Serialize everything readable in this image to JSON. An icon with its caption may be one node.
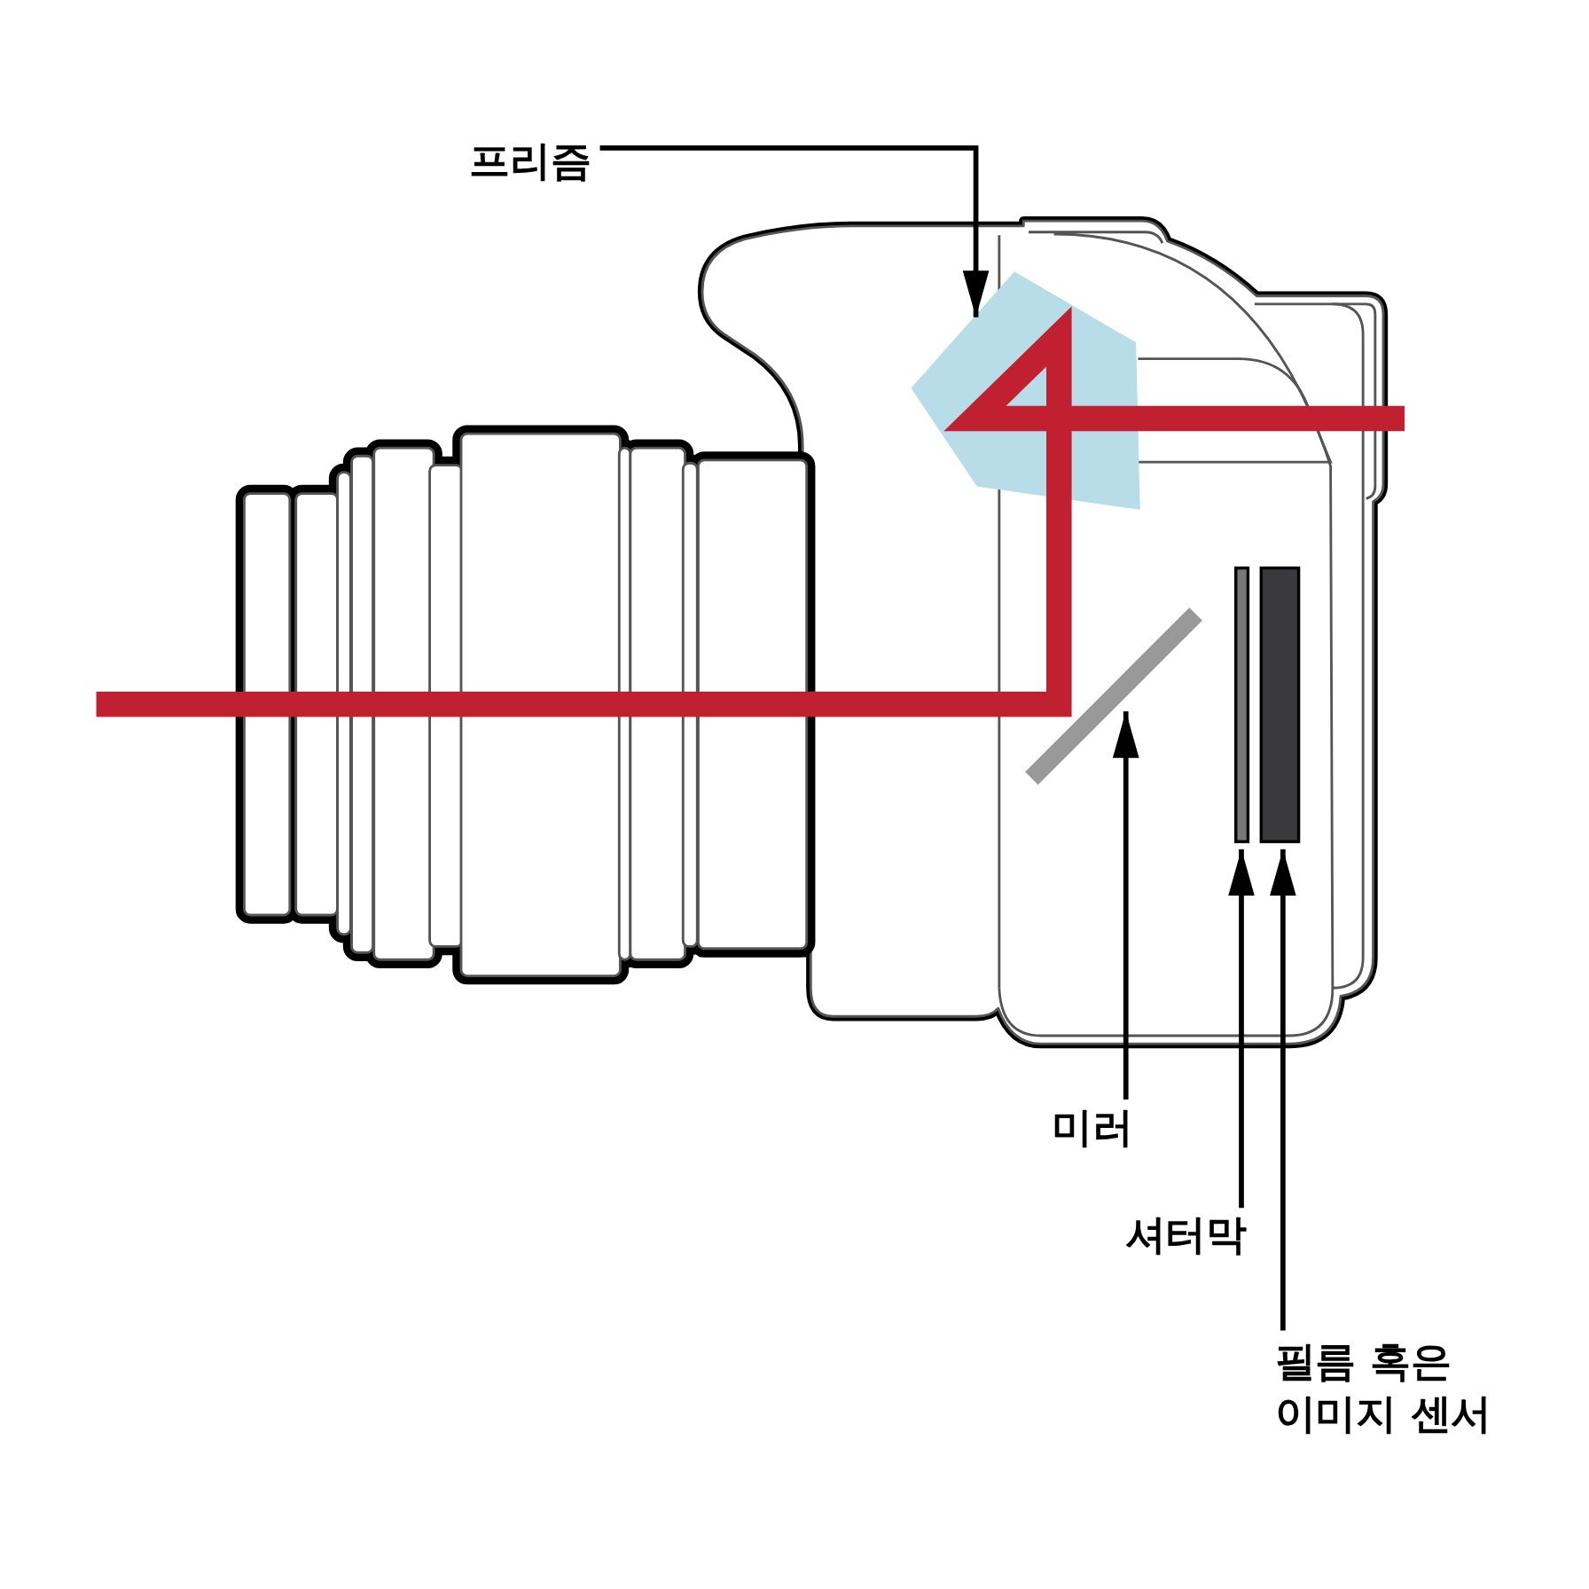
{
  "diagram": {
    "nodes": [
      {
        "text": [
          "프리즘"
        ]
      },
      {
        "text": [],
        "shape": "polygon"
      },
      {
        "text": [
          "미러"
        ]
      },
      {
        "text": [],
        "shape": "bar"
      },
      {
        "text": [
          "셔터막"
        ]
      },
      {
        "text": [],
        "shape": "bar"
      },
      {
        "text": [
          "필름 혹은 이미지 센서"
        ]
      },
      {
        "text": [],
        "shape": "bar"
      }
    ],
    "edges": [
      {
        "from": 0,
        "to": 1,
        "arrow": "to"
      },
      {
        "from": 2,
        "to": 3,
        "arrow": "to"
      },
      {
        "from": 4,
        "to": 5,
        "arrow": "to"
      },
      {
        "from": 6,
        "to": 7,
        "arrow": "to"
      }
    ]
  }
}
